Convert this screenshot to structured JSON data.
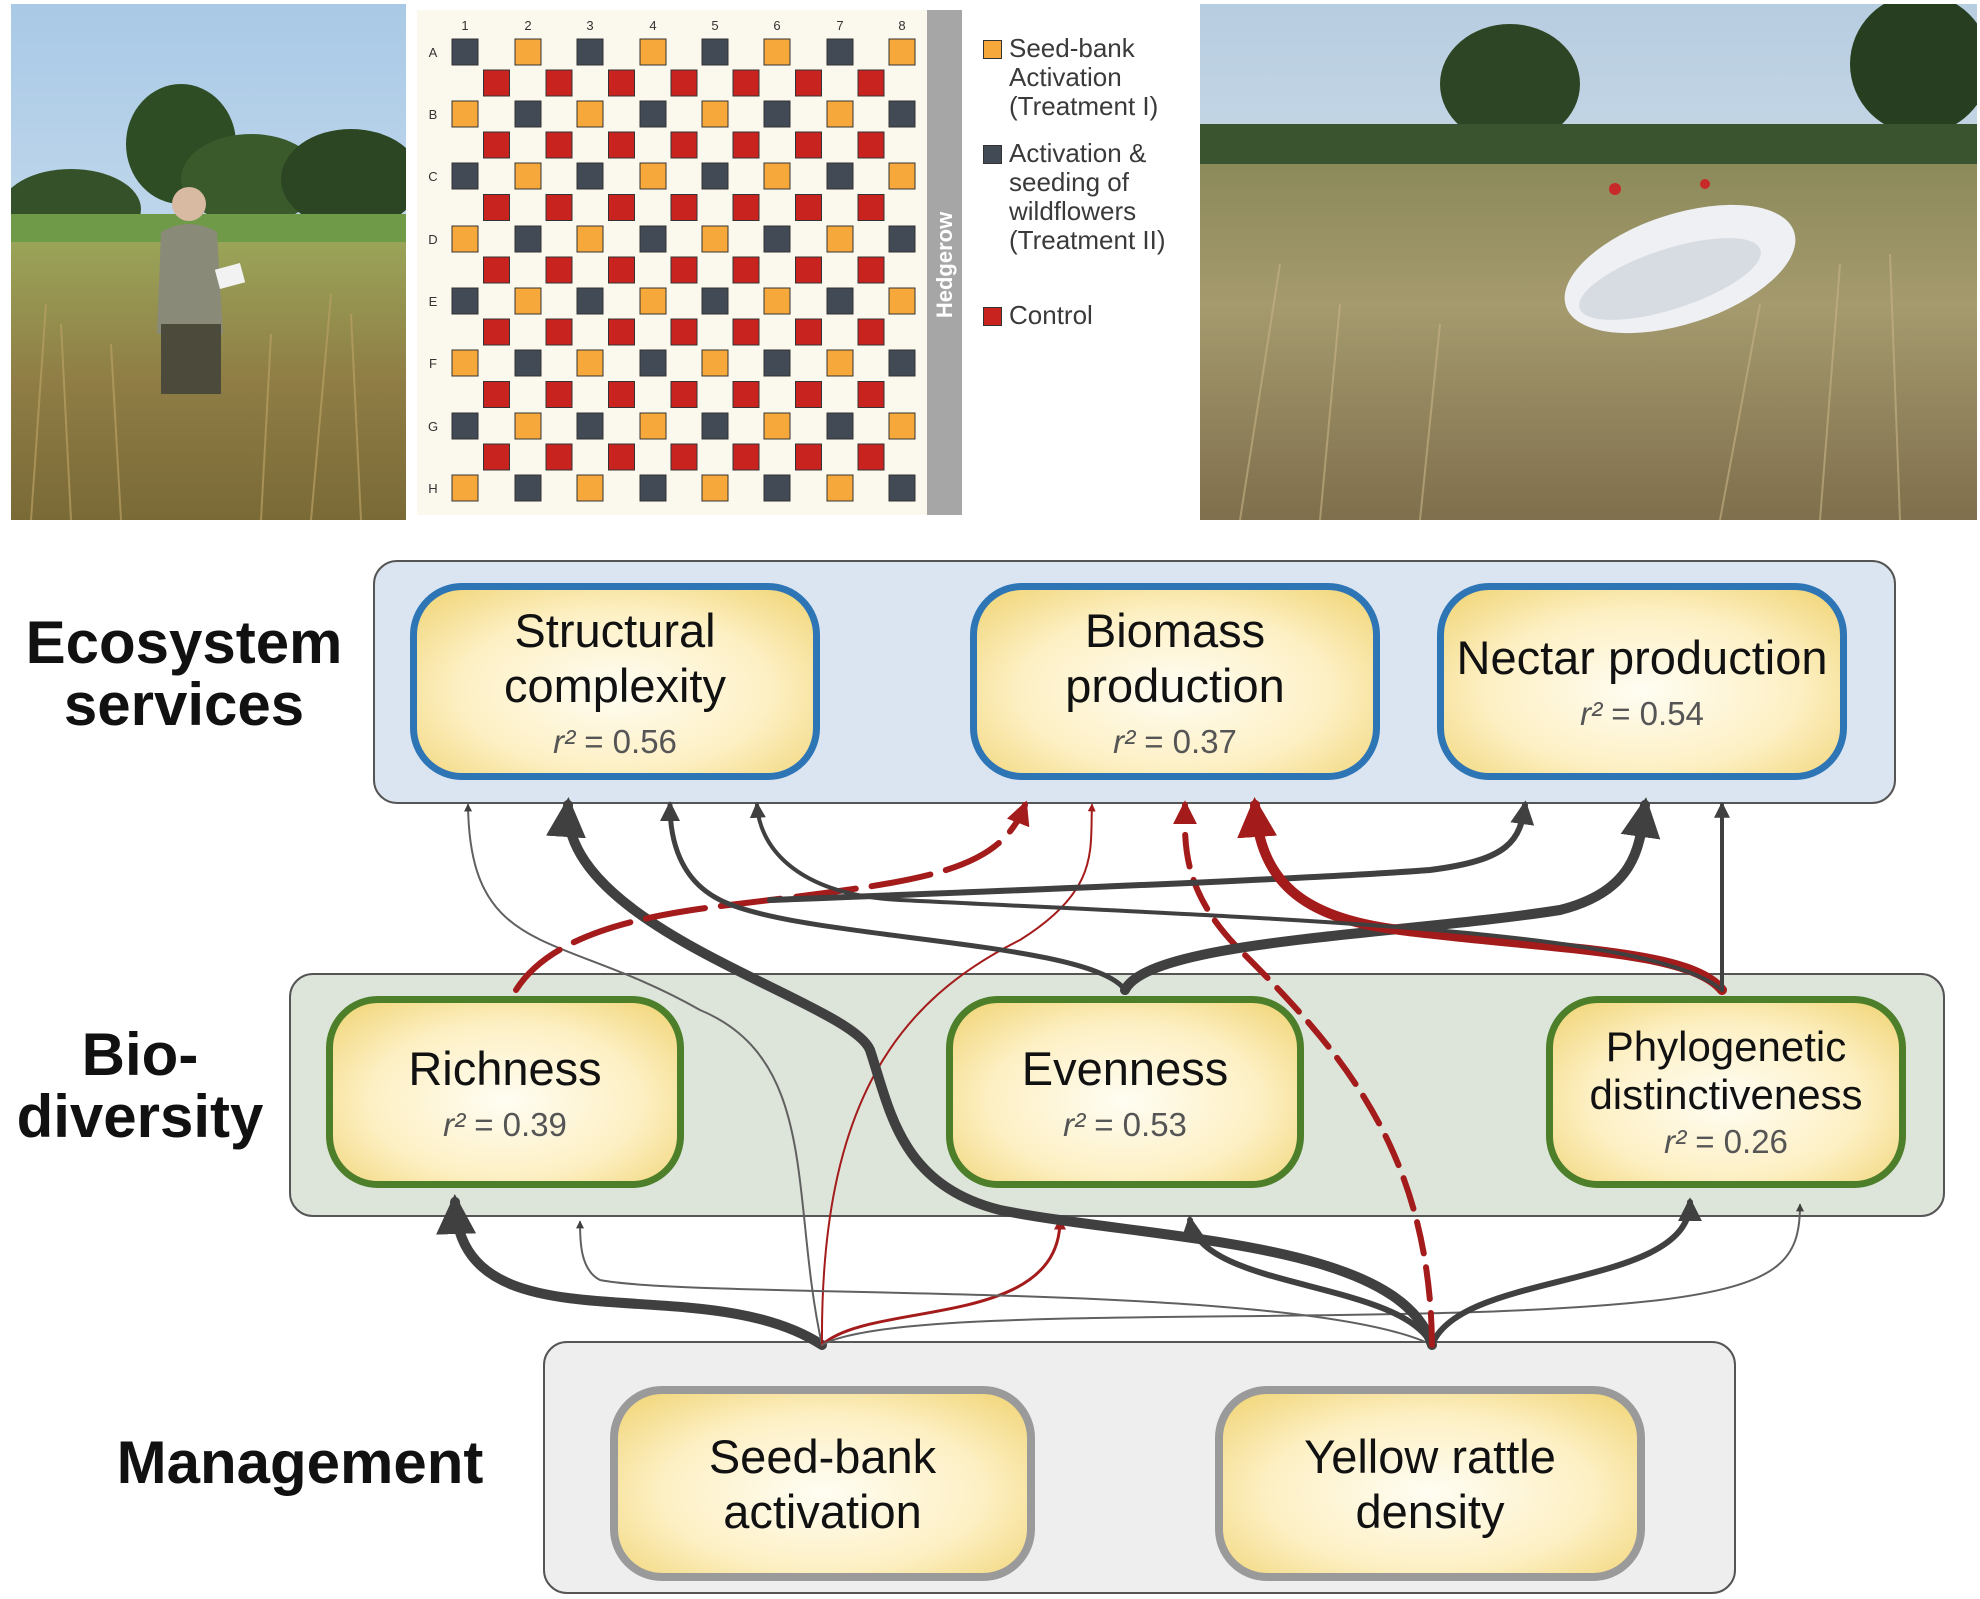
{
  "colors": {
    "seedbank": "#f6a83a",
    "activation_seeding": "#414a55",
    "control": "#c9231f",
    "ecosystem_border": "#2e75b6",
    "biodiversity_border": "#4d7f2b",
    "management_border": "#9a9a9a",
    "arrow_dark": "#404040",
    "arrow_red": "#a41b1b"
  },
  "photos": [
    {
      "name": "photo-researcher-in-meadow",
      "icon": "photo"
    },
    {
      "name": "photo-bag-in-grassland",
      "icon": "photo"
    }
  ],
  "plot_layout": {
    "columns": [
      "1",
      "2",
      "3",
      "4",
      "5",
      "6",
      "7",
      "8"
    ],
    "rows": [
      "A",
      "B",
      "C",
      "D",
      "E",
      "F",
      "G",
      "H"
    ],
    "boundary_label": "Hedgerow"
  },
  "legend": [
    {
      "key": "seedbank",
      "label": "Seed-bank Activation (Treatment I)"
    },
    {
      "key": "activation_seeding",
      "label": "Activation & seeding of wildflowers (Treatment II)"
    },
    {
      "key": "control",
      "label": "Control"
    }
  ],
  "levels": {
    "ecosystem": "Ecosystem services",
    "biodiversity": "Bio-diversity",
    "management": "Management"
  },
  "r2_symbol": "r²",
  "nodes": {
    "structural": {
      "title": "Structural complexity",
      "r2": "0.56"
    },
    "biomass": {
      "title": "Biomass production",
      "r2": "0.37"
    },
    "nectar": {
      "title": "Nectar production",
      "r2": "0.54"
    },
    "richness": {
      "title": "Richness",
      "r2": "0.39"
    },
    "evenness": {
      "title": "Evenness",
      "r2": "0.53"
    },
    "phylo": {
      "title": "Phylogenetic distinctiveness",
      "r2": "0.26"
    },
    "seedbank_activation": {
      "title": "Seed-bank activation"
    },
    "yellow_rattle": {
      "title": "Yellow rattle density"
    }
  },
  "paths": [
    {
      "from": "seedbank_activation",
      "to": "richness",
      "sign": "positive",
      "strength": "strong"
    },
    {
      "from": "seedbank_activation",
      "to": "evenness",
      "sign": "negative",
      "strength": "weak"
    },
    {
      "from": "seedbank_activation",
      "to": "structural",
      "sign": "positive",
      "strength": "weak"
    },
    {
      "from": "seedbank_activation",
      "to": "biomass",
      "sign": "negative",
      "strength": "weak"
    },
    {
      "from": "seedbank_activation",
      "to": "phylo",
      "sign": "positive",
      "strength": "weak"
    },
    {
      "from": "yellow_rattle",
      "to": "richness",
      "sign": "positive",
      "strength": "weak"
    },
    {
      "from": "yellow_rattle",
      "to": "evenness",
      "sign": "positive",
      "strength": "moderate"
    },
    {
      "from": "yellow_rattle",
      "to": "phylo",
      "sign": "positive",
      "strength": "moderate"
    },
    {
      "from": "yellow_rattle",
      "to": "biomass",
      "sign": "negative",
      "strength": "moderate",
      "dashed": true
    },
    {
      "from": "yellow_rattle",
      "to": "structural",
      "sign": "positive",
      "strength": "strong"
    },
    {
      "from": "richness",
      "to": "biomass",
      "sign": "negative",
      "strength": "moderate",
      "dashed": true
    },
    {
      "from": "richness",
      "to": "nectar",
      "sign": "positive",
      "strength": "moderate"
    },
    {
      "from": "evenness",
      "to": "structural",
      "sign": "positive",
      "strength": "moderate"
    },
    {
      "from": "evenness",
      "to": "nectar",
      "sign": "positive",
      "strength": "strong"
    },
    {
      "from": "phylo",
      "to": "biomass",
      "sign": "negative",
      "strength": "strong"
    },
    {
      "from": "phylo",
      "to": "nectar",
      "sign": "positive",
      "strength": "moderate"
    },
    {
      "from": "phylo",
      "to": "structural",
      "sign": "positive",
      "strength": "moderate"
    }
  ]
}
